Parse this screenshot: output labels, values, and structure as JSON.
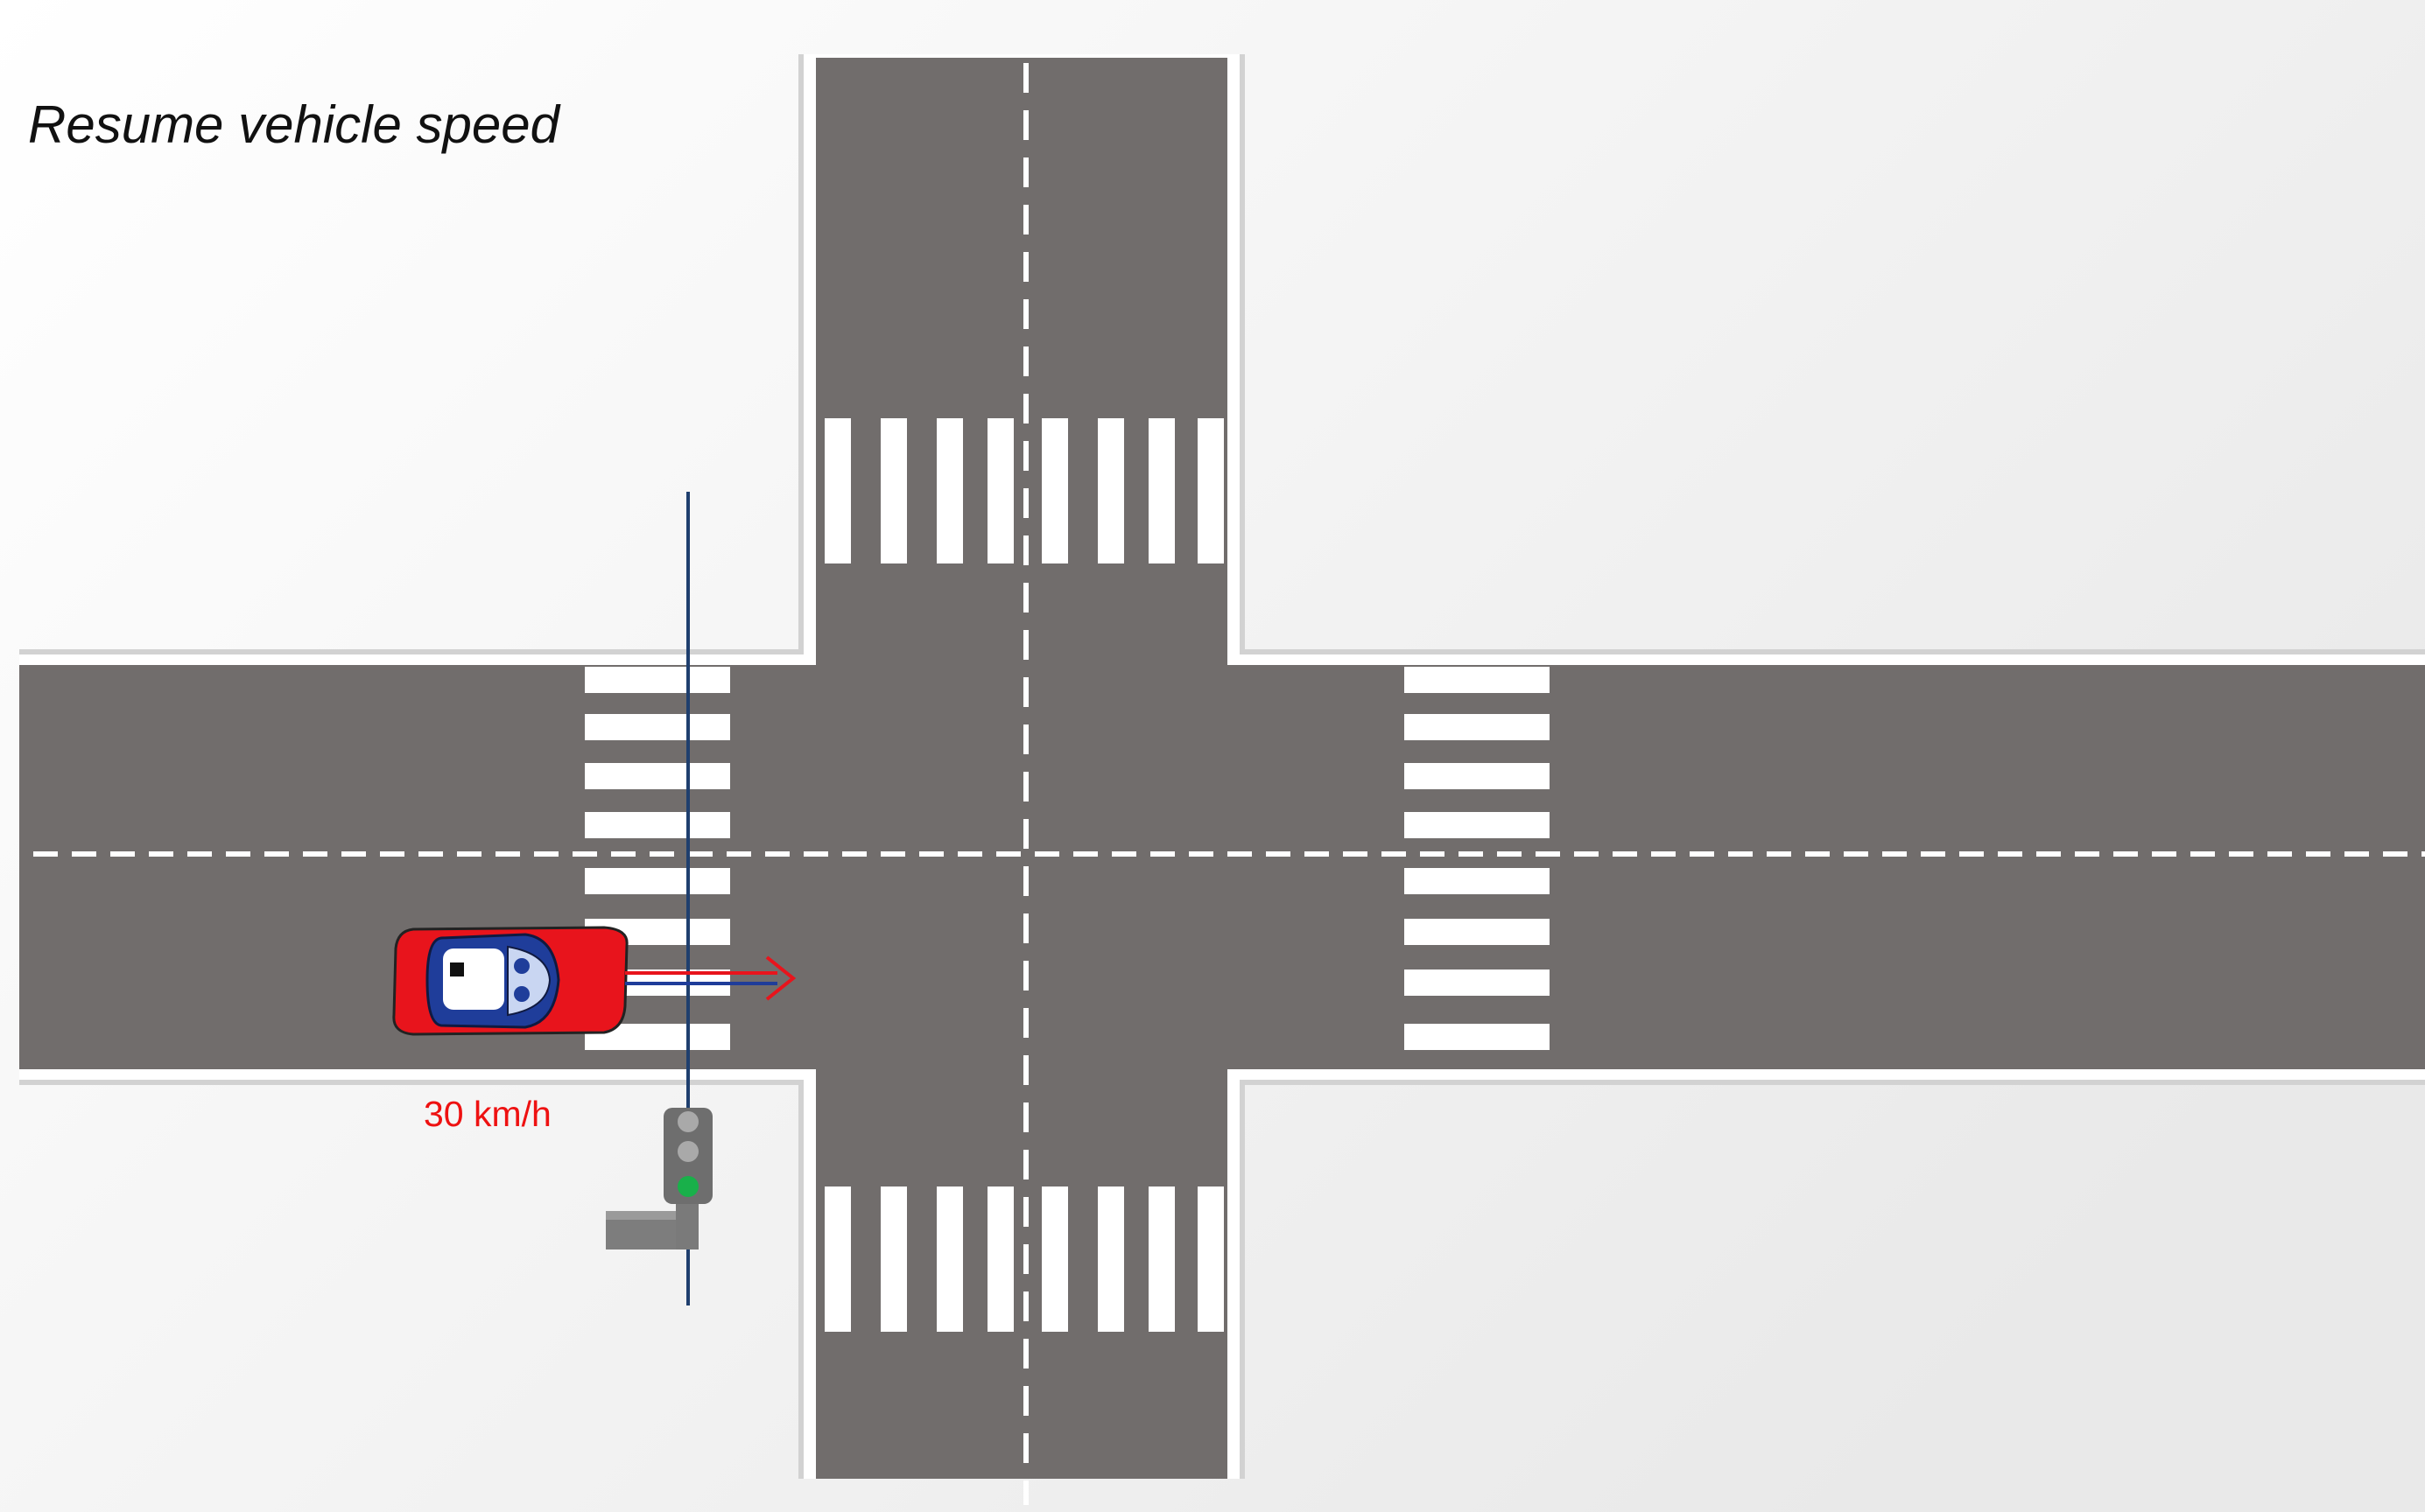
{
  "diagram": {
    "title": "Resume vehicle speed",
    "speed_label": "30 km/h",
    "signal_state": "green",
    "colors": {
      "road": "#716d6c",
      "marking": "#ffffff",
      "car_body": "#e8141c",
      "car_cabin": "#1f3d9a",
      "arrow": "#e8141c",
      "stop_line": "#1f3f6e",
      "signal_green": "#19b04a",
      "signal_off": "#a9a9a9",
      "signal_housing": "#6e6e6e",
      "speed_text": "#ee1111"
    }
  }
}
